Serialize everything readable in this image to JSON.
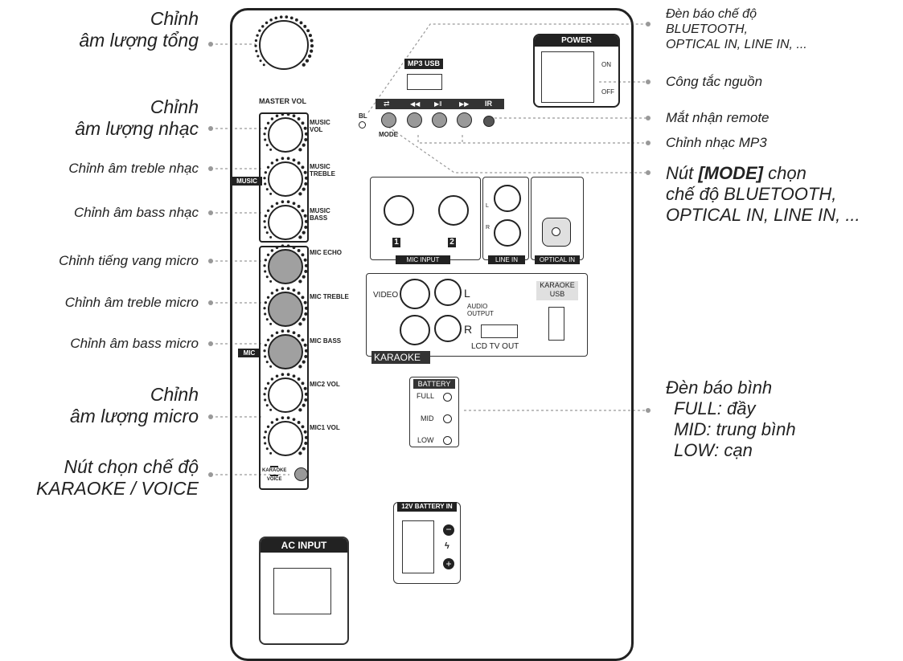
{
  "left_labels": {
    "master_vol": {
      "line1": "Chỉnh",
      "line2": "âm lượng tổng"
    },
    "music_vol": {
      "line1": "Chỉnh",
      "line2": "âm lượng nhạc"
    },
    "music_treble": "Chỉnh âm treble nhạc",
    "music_bass": "Chỉnh âm bass nhạc",
    "mic_echo": "Chỉnh tiếng vang micro",
    "mic_treble": "Chỉnh âm treble micro",
    "mic_bass": "Chỉnh âm bass micro",
    "mic_vol": {
      "line1": "Chỉnh",
      "line2": "âm lượng micro"
    },
    "mode_switch": {
      "line1": "Nút chọn chế độ",
      "line2": "KARAOKE / VOICE"
    }
  },
  "right_labels": {
    "bluetooth_led": {
      "line1": "Đèn báo chế độ",
      "line2": "BLUETOOTH,",
      "line3": "OPTICAL IN, LINE IN, ..."
    },
    "power_switch": "Công tắc nguồn",
    "remote_eye": "Mắt nhận remote",
    "mp3_control": "Chỉnh nhạc MP3",
    "mode_button": {
      "prefix": "Nút ",
      "bold": "[MODE]",
      "suffix": " chọn",
      "line2": "chế độ BLUETOOTH,",
      "line3": "OPTICAL IN, LINE IN, ..."
    },
    "battery_led": {
      "line1": "Đèn báo bình",
      "line2": "FULL: đầy",
      "line3": "MID: trung bình",
      "line4": "LOW: cạn"
    }
  },
  "panel": {
    "master_vol": "MASTER VOL",
    "music_group": "MUSIC",
    "music_vol": {
      "line1": "MUSIC",
      "line2": "VOL"
    },
    "music_treble": {
      "line1": "MUSIC",
      "line2": "TREBLE"
    },
    "music_bass": {
      "line1": "MUSIC",
      "line2": "BASS"
    },
    "mic_group": "MIC",
    "mic_echo": "MIC ECHO",
    "mic_treble": "MIC TREBLE",
    "mic_bass": "MIC BASS",
    "mic2_vol": "MIC2 VOL",
    "mic1_vol": "MIC1 VOL",
    "karaoke": "KARAOKE",
    "voice": "VOICE",
    "mp3_usb": "MP3 USB",
    "bl": "BL",
    "mode": "MODE",
    "btn_ir": "IR",
    "power": "POWER",
    "on": "ON",
    "off": "OFF",
    "mic_input": "MIC INPUT",
    "mic1": "1",
    "mic2": "2",
    "line_in": "LINE IN",
    "line_l": "L",
    "line_r": "R",
    "optical_in": "OPTICAL IN",
    "video": "VIDEO",
    "audio_l": "L",
    "audio_r": "R",
    "audio_output": {
      "line1": "AUDIO",
      "line2": "OUTPUT"
    },
    "lcd_tv_out": "LCD TV OUT",
    "karaoke_usb": {
      "line1": "KARAOKE",
      "line2": "USB"
    },
    "karaoke_tag": "KARAOKE",
    "battery": "BATTERY",
    "full": "FULL",
    "mid": "MID",
    "low": "LOW",
    "battery_in": "12V BATTERY IN",
    "ac_input": "AC INPUT"
  }
}
